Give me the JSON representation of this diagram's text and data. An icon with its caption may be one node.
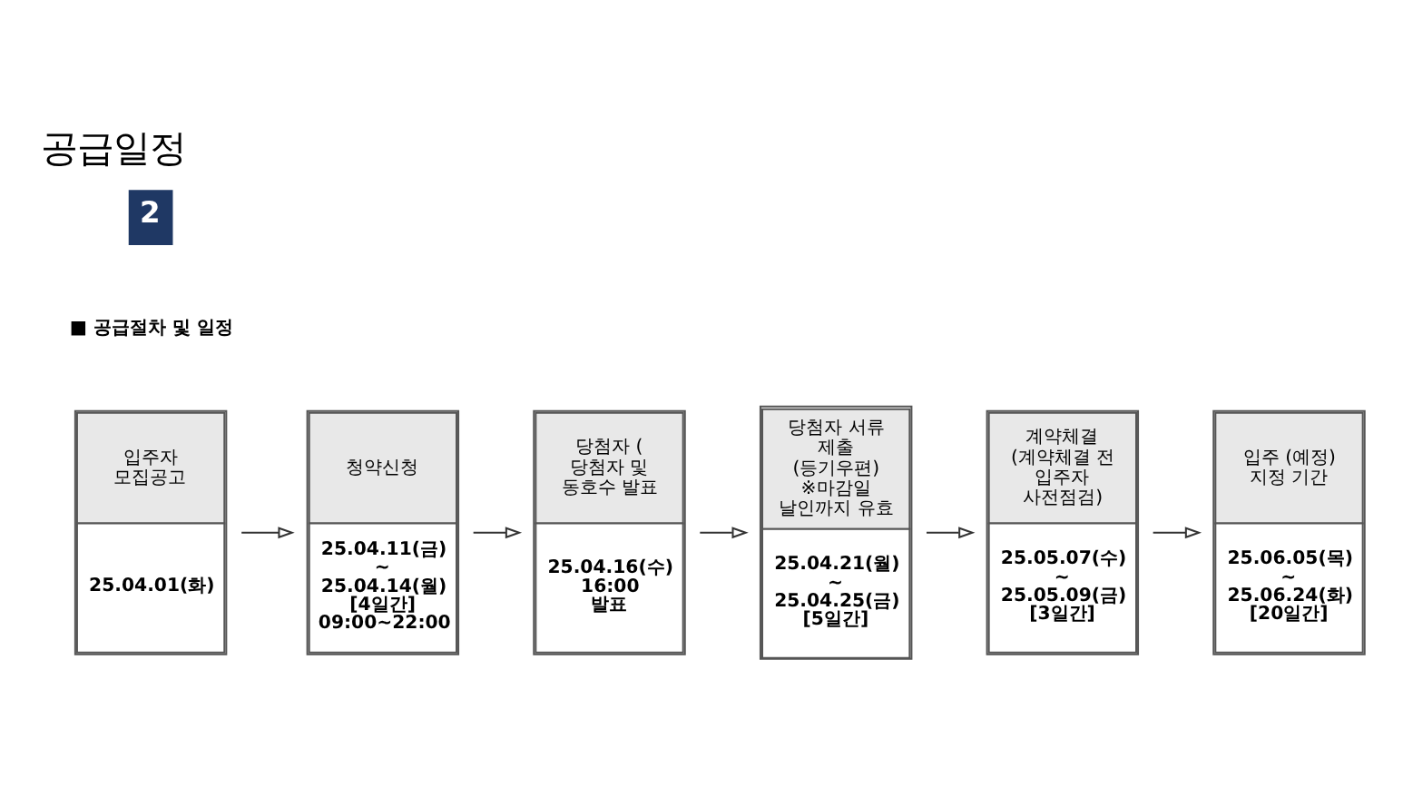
{
  "diagram": {
    "title": "공급일정",
    "nodes": [
      {
        "text": [
          "입주자 모집공고",
          "25.04.01(화)"
        ]
      },
      {
        "text": [
          "청약신청",
          "25.04.11(금) ~ 25.04.14(월) [4일간] 09:00~22:00"
        ]
      },
      {
        "text": [
          "당첨자 ( 당첨자 및 동호수 발표",
          "25.04.16(수) 16:00 발표"
        ]
      },
      {
        "text": [
          "당첨자 서류 제출 (등기우편) ※마감일 날인까지 유효",
          "25.04.21(월) ~ 25.04.25(금) [5일간]"
        ]
      },
      {
        "text": [
          "계약체결 (계약체결 전 입주자 사전점검)",
          "25.05.07(수) ~ 25.05.09(금) [3일간]"
        ]
      },
      {
        "text": [
          "입주 (예정) 지정 기간",
          "25.06.05(목) ~ 25.06.24(화) [20일간]"
        ]
      }
    ],
    "edges": [
      {
        "from": 0,
        "to": 1,
        "arrow": "to"
      },
      {
        "from": 1,
        "to": 2,
        "arrow": "to"
      },
      {
        "from": 2,
        "to": 3,
        "arrow": "to"
      },
      {
        "from": 3,
        "to": 4,
        "arrow": "to"
      },
      {
        "from": 4,
        "to": 5,
        "arrow": "to"
      }
    ],
    "labels": [
      "2",
      "■ 공급절차 및 일정"
    ]
  }
}
